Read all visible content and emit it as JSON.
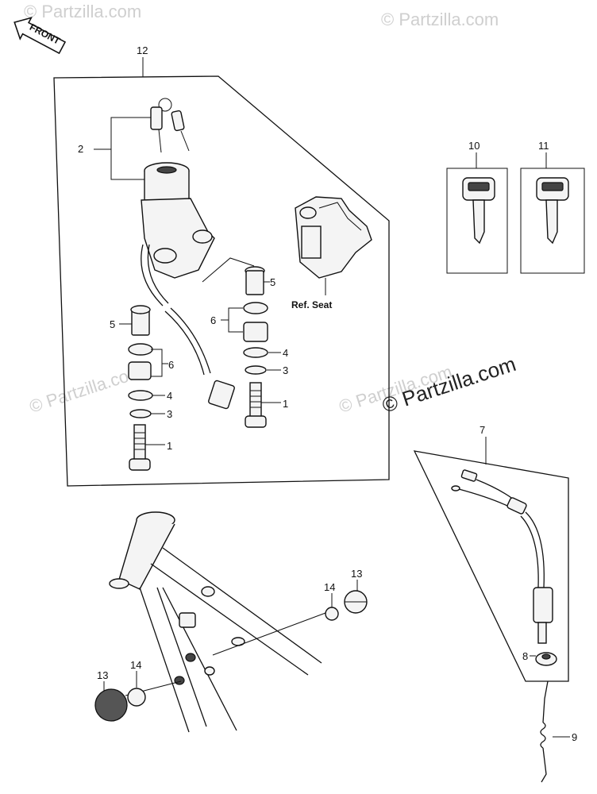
{
  "front_arrow": {
    "label": "FRONT"
  },
  "watermarks": {
    "top_left": "© Partzilla.com",
    "top_right": "© Partzilla.com",
    "middle_left": "© Partzilla.com",
    "middle_right": "© Partzilla.com",
    "main": "© Partzilla.com"
  },
  "reference_label": "Ref.  Seat",
  "callouts": {
    "c12": "12",
    "c2": "2",
    "c5a": "5",
    "c6a": "6",
    "c4a": "4",
    "c3a": "3",
    "c1a": "1",
    "c5b": "5",
    "c6b": "6",
    "c4b": "4",
    "c3b": "3",
    "c1b": "1",
    "c10": "10",
    "c11": "11",
    "c7": "7",
    "c8": "8",
    "c9": "9",
    "c13a": "13",
    "c14a": "14",
    "c13b": "13",
    "c14b": "14"
  }
}
